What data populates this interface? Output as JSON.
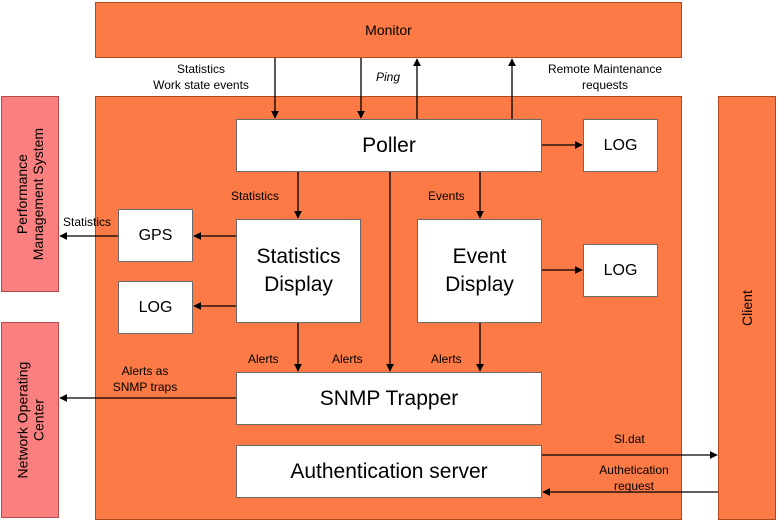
{
  "blocks": {
    "monitor": "Monitor",
    "performance_system": [
      "Performance",
      "Management System"
    ],
    "noc": [
      "Network Operating",
      "Center"
    ],
    "client": "Client",
    "poller": "Poller",
    "log_poller": "LOG",
    "gps": "GPS",
    "log_stats": "LOG",
    "statistics_display": [
      "Statistics",
      "Display"
    ],
    "event_display": [
      "Event",
      "Display"
    ],
    "log_event": "LOG",
    "snmp_trapper": "SNMP Trapper",
    "auth_server": "Authentication server"
  },
  "edge_labels": {
    "monitor_stats": [
      "Statistics",
      "Work state events"
    ],
    "ping": "Ping",
    "remote_maintenance": [
      "Remote Maintenance",
      "requests"
    ],
    "poller_statistics": "Statistics",
    "poller_events": "Events",
    "gps_statistics": "Statistics",
    "alerts_left": "Alerts",
    "alerts_mid": "Alerts",
    "alerts_right": "Alerts",
    "alerts_snmp": [
      "Alerts as",
      "SNMP traps"
    ],
    "sl_dat": "Sl.dat",
    "auth_request": [
      "Authetication",
      "request"
    ]
  }
}
